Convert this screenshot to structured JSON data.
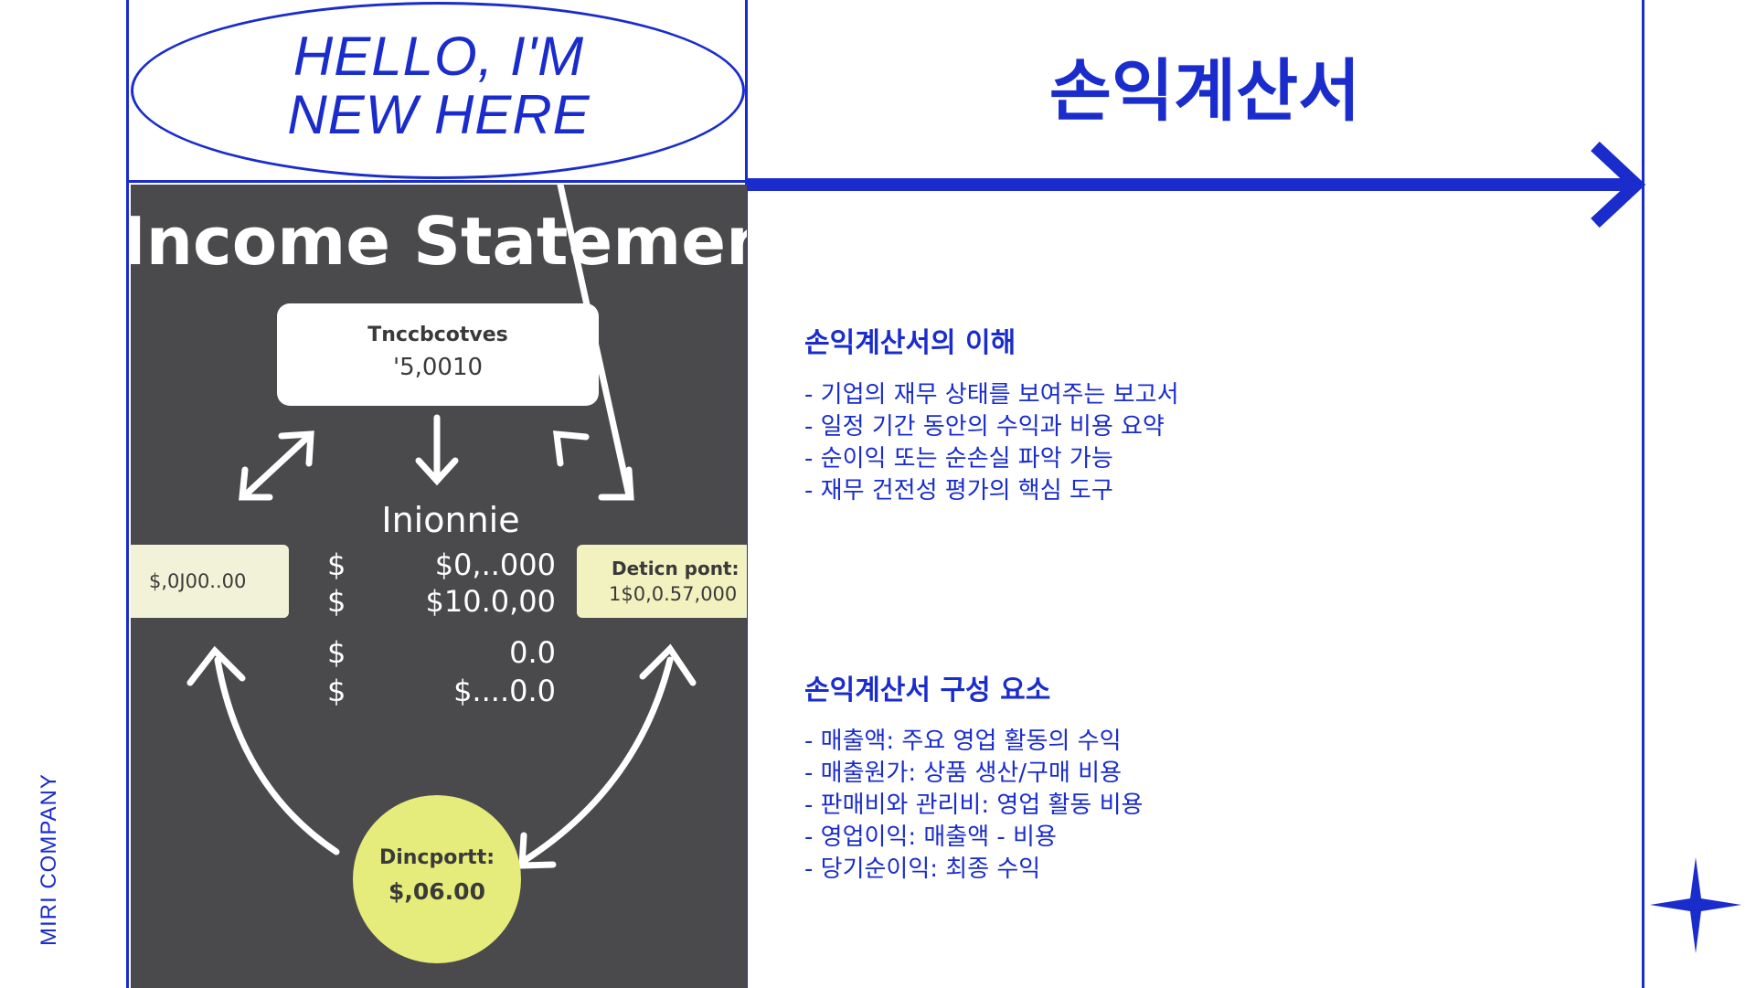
{
  "header": {
    "hello_line1": "HELLO, I'M",
    "hello_line2": "NEW HERE",
    "title": "손익계산서"
  },
  "image": {
    "title": "Income Statement",
    "top_box": {
      "label": "Tnccbcotves",
      "value": "'5,0010"
    },
    "center_label": "Inionnie",
    "rows": [
      {
        "currency": "$",
        "value": "$0,..000"
      },
      {
        "currency": "$",
        "value": "$10.0,00"
      },
      {
        "currency": "$",
        "value": "0.0"
      },
      {
        "currency": "$",
        "value": "$....0.0"
      }
    ],
    "left_box": "$,0J00..00",
    "right_box": {
      "label": "Deticn pont:",
      "value": "1$0,0.57,000"
    },
    "circle": {
      "label": "Dincportt:",
      "value": "$,06.00"
    }
  },
  "sections": [
    {
      "heading": "손익계산서의 이해",
      "items": [
        "- 기업의 재무 상태를 보여주는 보고서",
        "- 일정 기간 동안의 수익과 비용 요약",
        "- 순이익 또는 순손실 파악 가능",
        "- 재무 건전성 평가의 핵심 도구"
      ]
    },
    {
      "heading": "손익계산서 구성 요소",
      "items": [
        "- 매출액: 주요 영업 활동의 수익",
        "- 매출원가: 상품 생산/구매 비용",
        "- 판매비와 관리비: 영업 활동 비용",
        "- 영업이익: 매출액 - 비용",
        "- 당기순이익: 최종 수익"
      ]
    }
  ],
  "brand": "MIRI COMPANY",
  "colors": {
    "accent": "#1a2ccc",
    "panel": "#4a4a4c",
    "circle": "#e5ec7b"
  },
  "icons": {
    "arrow": "arrow-right-icon",
    "star": "sparkle-star-icon"
  }
}
